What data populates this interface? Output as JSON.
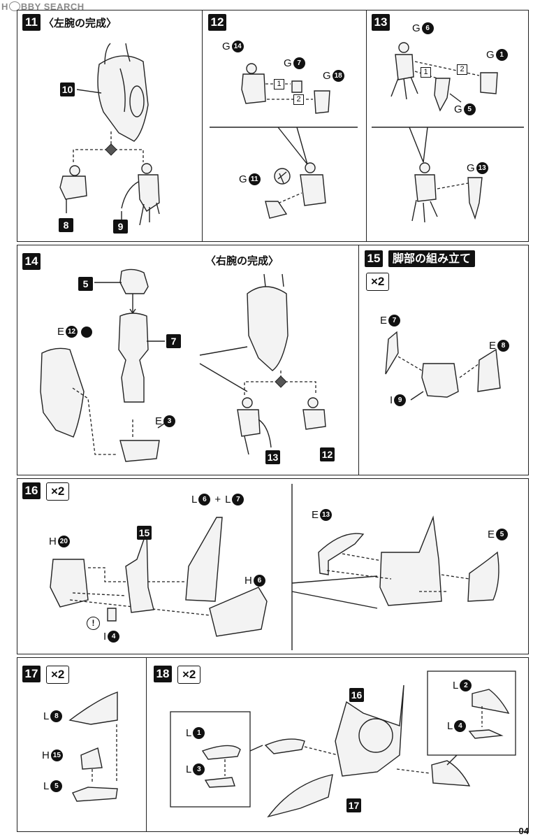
{
  "watermark": "H",
  "watermark_rest": "BBY SEARCH",
  "page_number": "04",
  "steps": {
    "s11": {
      "number": "11",
      "title": "〈左腕の完成〉",
      "refs": [
        "10",
        "8",
        "9"
      ]
    },
    "s12": {
      "number": "12",
      "labels": [
        "G",
        "G",
        "G",
        "G"
      ],
      "part_nums": [
        "14",
        "7",
        "18",
        "11"
      ],
      "seq": [
        "1",
        "2"
      ]
    },
    "s13": {
      "number": "13",
      "labels": [
        "G",
        "G",
        "G",
        "G"
      ],
      "part_nums": [
        "6",
        "1",
        "5",
        "13"
      ],
      "seq": [
        "1",
        "2"
      ]
    },
    "s14": {
      "number": "14",
      "refs": [
        "5",
        "7"
      ],
      "labels": [
        "E",
        "E"
      ],
      "part_nums": [
        "12",
        "3"
      ]
    },
    "s14b": {
      "title": "〈右腕の完成〉",
      "refs": [
        "13",
        "12"
      ]
    },
    "s15": {
      "number": "15",
      "title": "脚部の組み立て",
      "mult": "×2",
      "labels": [
        "E",
        "E",
        "I"
      ],
      "part_nums": [
        "7",
        "8",
        "9"
      ]
    },
    "s16": {
      "number": "16",
      "mult": "×2",
      "ref": "15",
      "labels": [
        "H",
        "L",
        "L",
        "H",
        "I",
        "E",
        "E"
      ],
      "part_nums": [
        "20",
        "6",
        "7",
        "6",
        "4",
        "13",
        "5"
      ],
      "plus": "+",
      "warn": "!"
    },
    "s17": {
      "number": "17",
      "mult": "×2",
      "labels": [
        "L",
        "H",
        "L"
      ],
      "part_nums": [
        "8",
        "15",
        "5"
      ]
    },
    "s18": {
      "number": "18",
      "mult": "×2",
      "refs": [
        "16",
        "17"
      ],
      "labels": [
        "L",
        "L",
        "L",
        "L"
      ],
      "part_nums": [
        "2",
        "4",
        "1",
        "3"
      ]
    }
  },
  "colors": {
    "ink": "#111111",
    "paper": "#ffffff",
    "watermark": "#8a8a8a"
  }
}
